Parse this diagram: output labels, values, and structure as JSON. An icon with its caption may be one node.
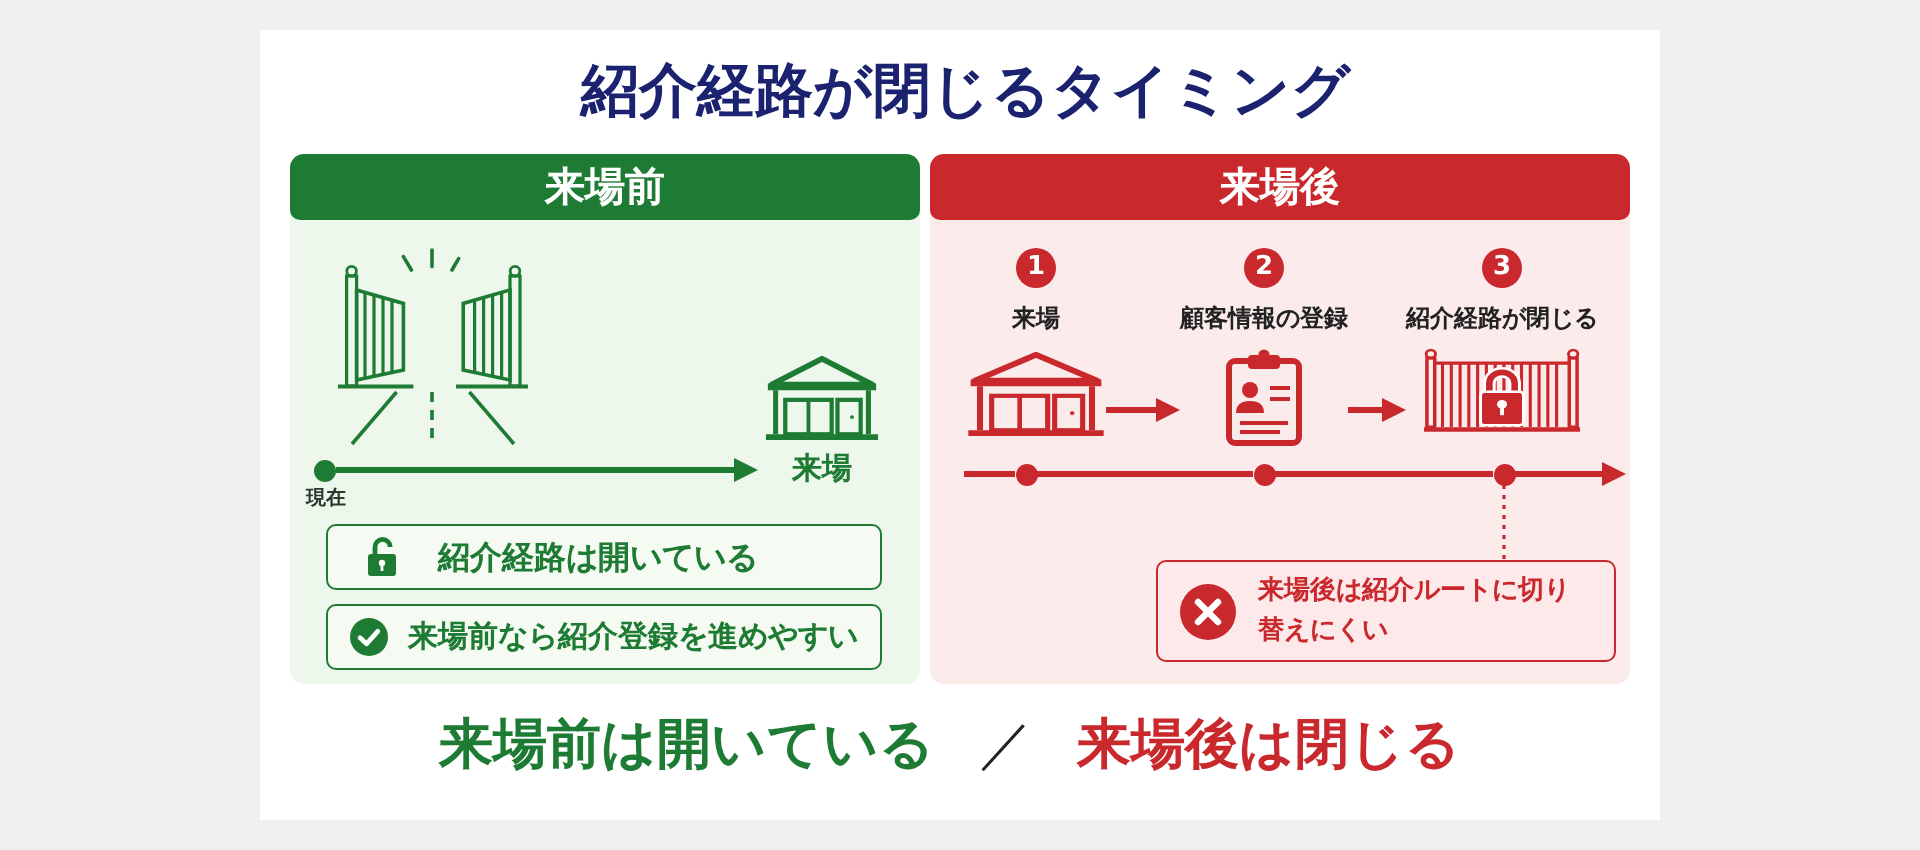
{
  "diagram": {
    "title": "紹介経路が閉じるタイミング",
    "nodes": [
      {
        "text": [
          "来場前"
        ]
      },
      {
        "text": [],
        "shape": "circle",
        "in": 0,
        "beside": [
          "現在"
        ]
      },
      {
        "text": [
          "来場"
        ],
        "in": 0
      },
      {
        "text": [
          "紹介経路は開いている"
        ],
        "in": 0
      },
      {
        "text": [
          "来場前なら紹介登録を進めやすい"
        ],
        "in": 0
      },
      {
        "text": [
          "来場後"
        ]
      },
      {
        "text": [
          "1",
          "来場"
        ],
        "in": 5
      },
      {
        "text": [
          "2",
          "顧客情報の登録"
        ],
        "in": 5
      },
      {
        "text": [
          "3",
          "紹介経路が閉じる"
        ],
        "in": 5
      },
      {
        "text": [],
        "shape": "circle",
        "in": 5
      },
      {
        "text": [],
        "shape": "circle",
        "in": 5
      },
      {
        "text": [],
        "shape": "circle",
        "in": 5
      },
      {
        "text": [
          "来場後は紹介ルートに切り替えにくい"
        ],
        "in": 5
      }
    ],
    "edges": [
      {
        "from": 1,
        "to": 2,
        "arrow": "to",
        "color": "#1e7b34"
      },
      {
        "from": 6,
        "to": 7,
        "arrow": "to"
      },
      {
        "from": 7,
        "to": 8,
        "arrow": "to"
      },
      {
        "from": null,
        "to": 9,
        "arrow": "none"
      },
      {
        "from": 9,
        "to": 10,
        "arrow": "none"
      },
      {
        "from": 10,
        "to": 11,
        "arrow": "none"
      },
      {
        "from": 11,
        "to": null,
        "arrow": "to"
      },
      {
        "from": 11,
        "to": 12,
        "arrow": "none",
        "style": "dashed"
      }
    ],
    "labels": [
      "来場前は開いている",
      "／",
      "来場後は閉じる"
    ]
  }
}
